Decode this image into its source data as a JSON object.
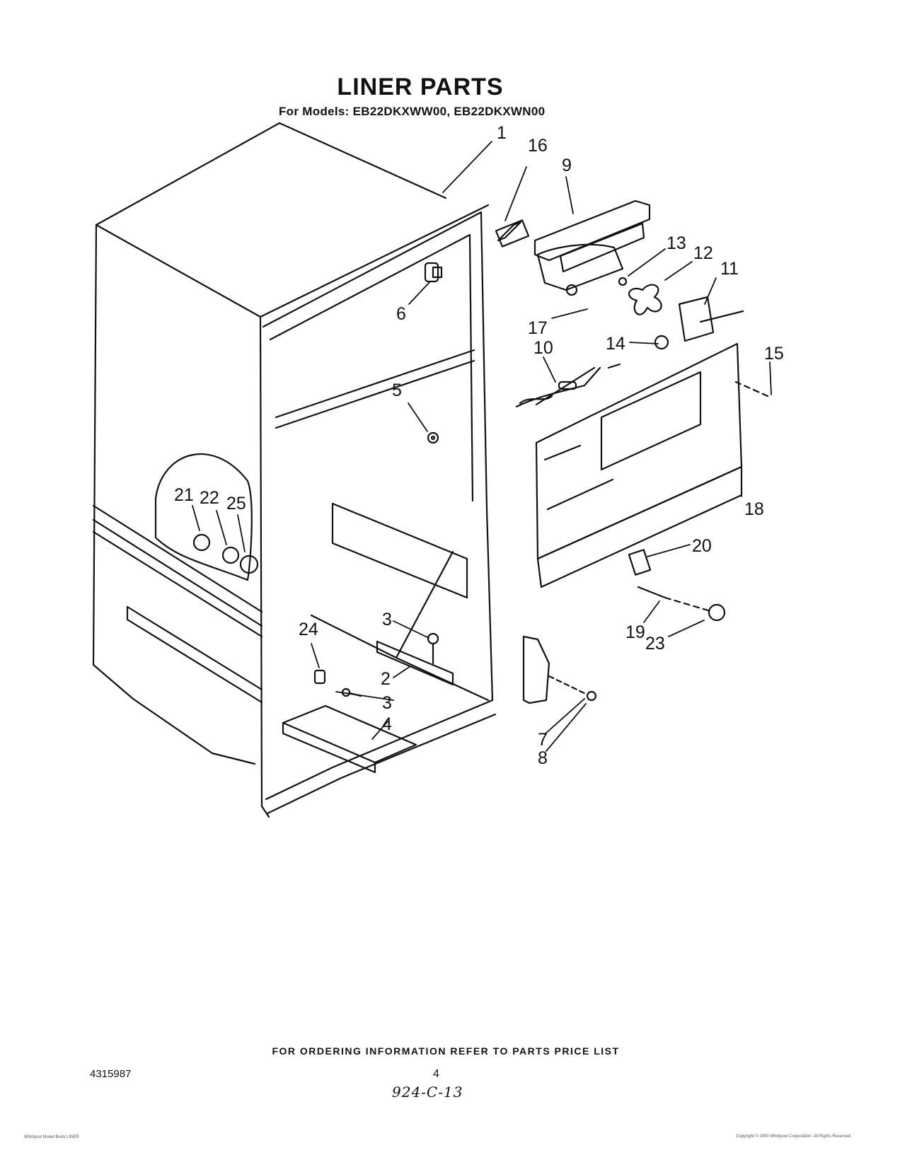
{
  "header": {
    "title": "LINER PARTS",
    "models_line": "For Models: EB22DKXWW00, EB22DKXWN00"
  },
  "callouts": [
    "1",
    "2",
    "3",
    "3",
    "4",
    "5",
    "6",
    "7",
    "8",
    "9",
    "10",
    "11",
    "12",
    "13",
    "14",
    "15",
    "16",
    "17",
    "18",
    "19",
    "20",
    "21",
    "22",
    "23",
    "24",
    "25"
  ],
  "footer": {
    "ordering_note": "FOR ORDERING INFORMATION REFER TO PARTS PRICE LIST",
    "doc_number": "4315987",
    "page_number": "4",
    "handwritten_code": "924-C-13"
  },
  "fine_print": {
    "left": "Whirlpool Model Book LINER",
    "right": "Copyright © 1990 Whirlpool Corporation. All Rights Reserved"
  }
}
